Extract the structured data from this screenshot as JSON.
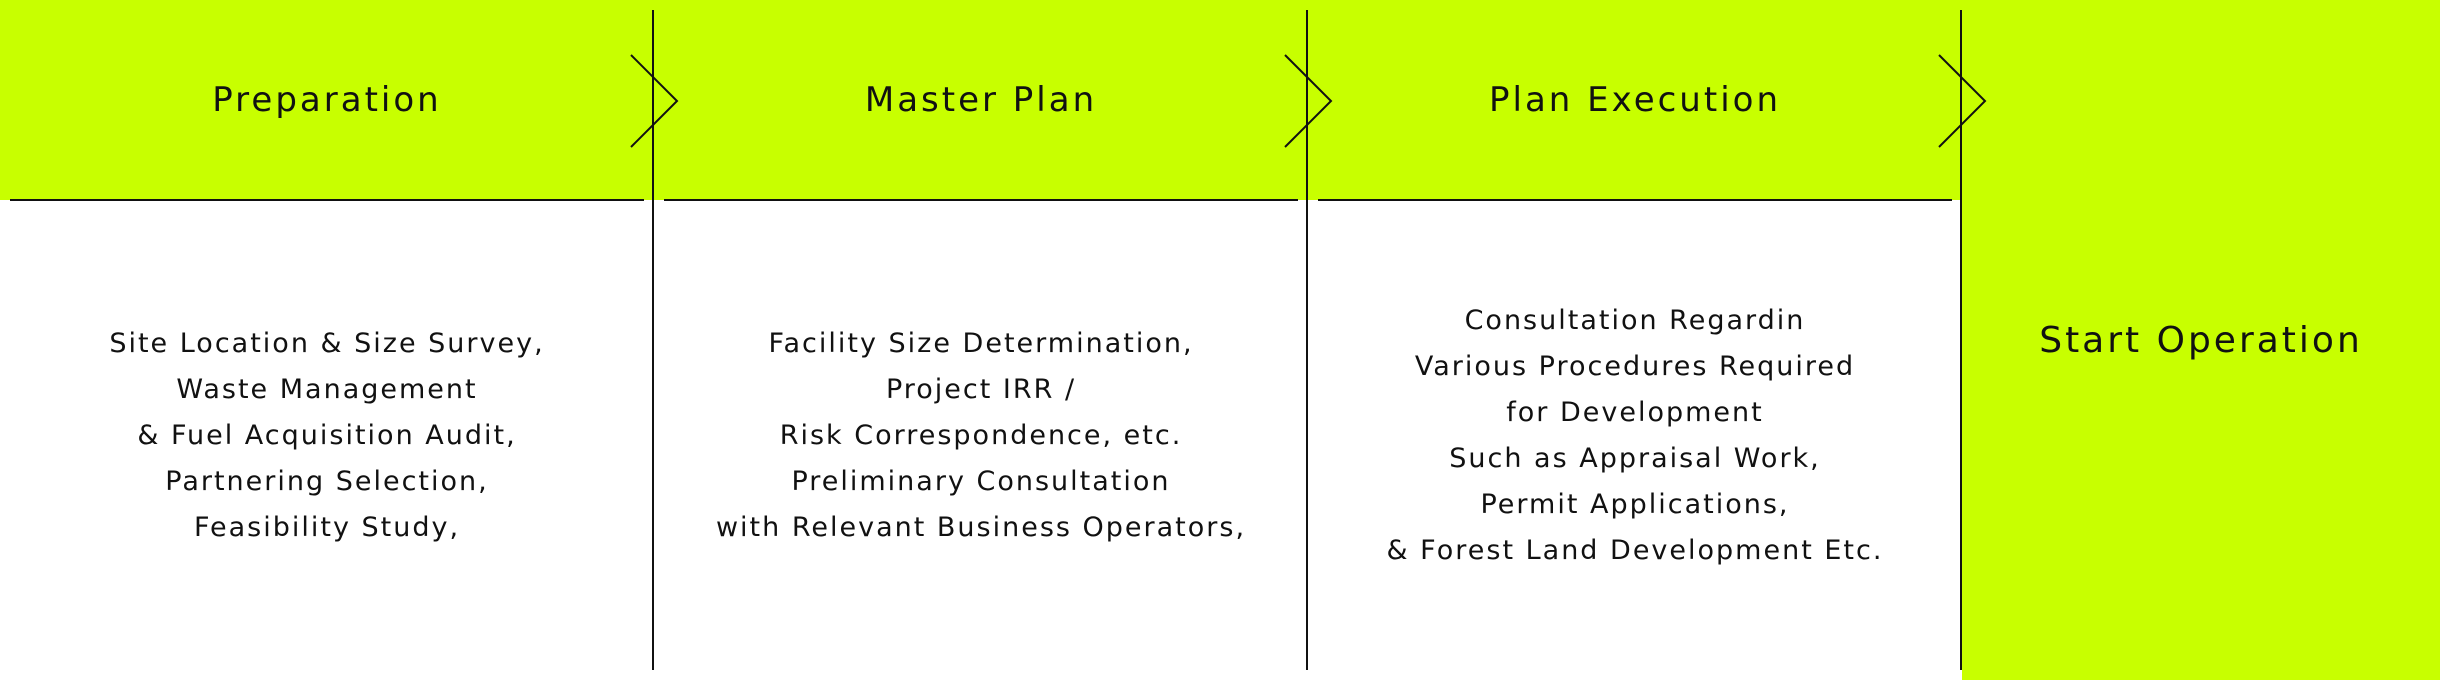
{
  "steps": [
    {
      "title": "Preparation",
      "details": [
        "Site Location & Size Survey,",
        "Waste Management",
        "& Fuel Acquisition Audit,",
        "Partnering Selection,",
        "Feasibility Study,"
      ]
    },
    {
      "title": "Master Plan",
      "details": [
        "Facility Size Determination,",
        "Project IRR /",
        "Risk Correspondence, etc.",
        "Preliminary Consultation",
        "with Relevant Business Operators,"
      ]
    },
    {
      "title": "Plan Execution",
      "details": [
        "Consultation Regardin",
        "Various Procedures Required",
        "for Development",
        "Such as Appraisal Work,",
        "Permit Applications,",
        "& Forest Land Development Etc."
      ]
    }
  ],
  "final_step": {
    "title": "Start Operation"
  },
  "colors": {
    "accent": "#c8ff00",
    "line": "#111111",
    "background": "#ffffff"
  },
  "icons": {
    "step_connector": "chevron-right-icon"
  }
}
